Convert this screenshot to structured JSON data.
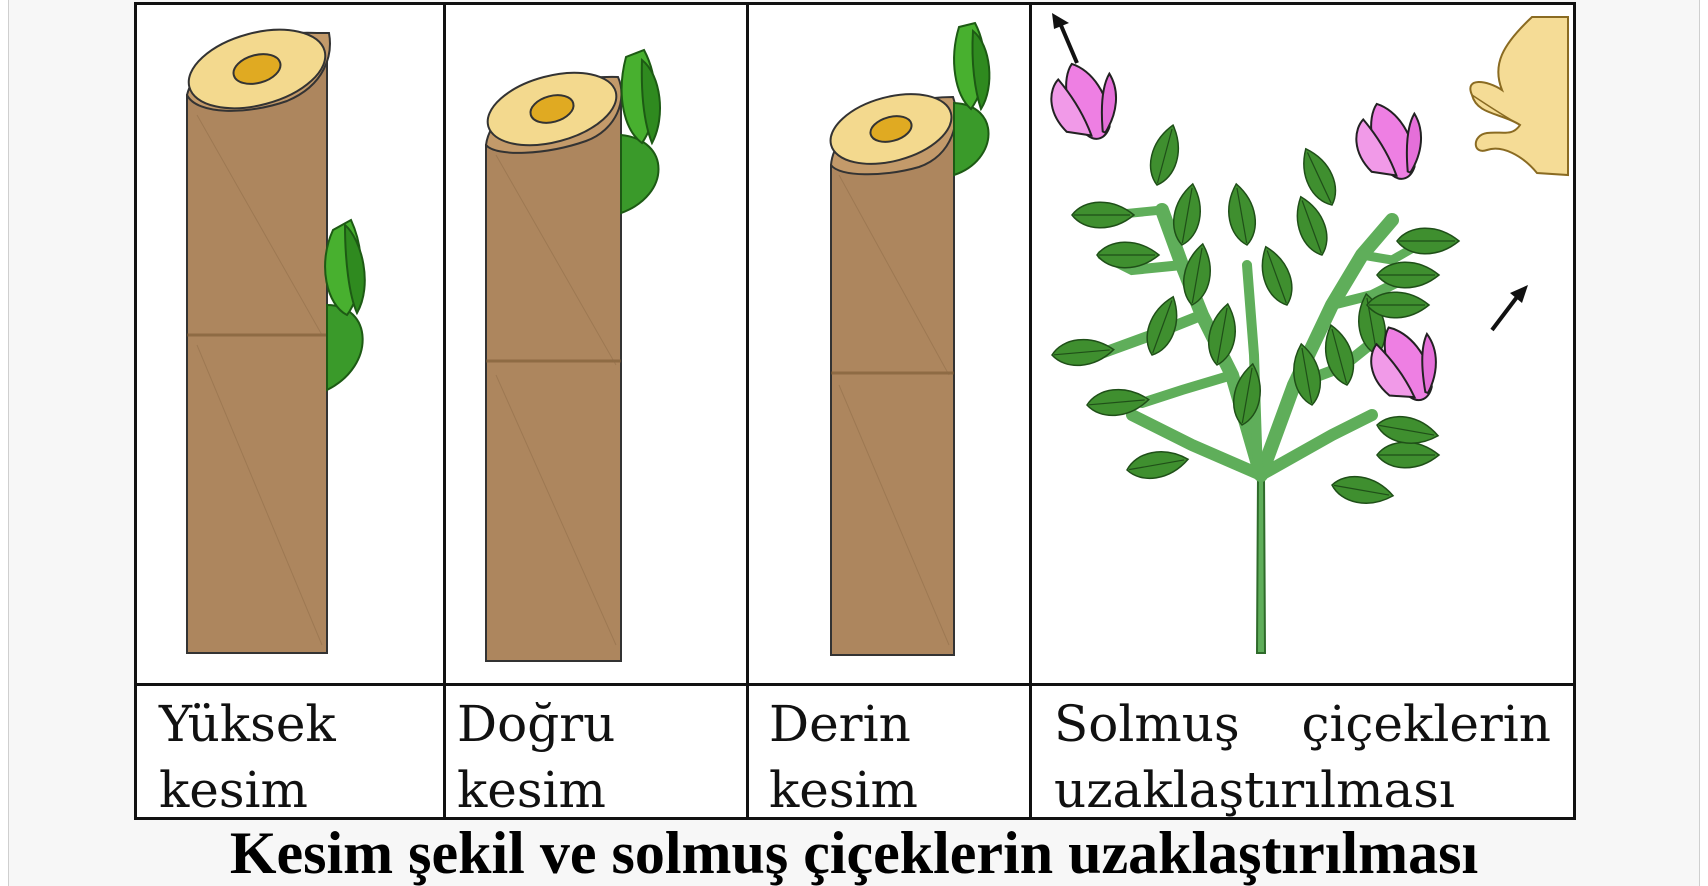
{
  "panels": [
    {
      "label_line1": "Yüksek",
      "label_line2": "kesim"
    },
    {
      "label_line1": "Doğru",
      "label_line2": "kesim"
    },
    {
      "label_line1": "Derin",
      "label_line2": "kesim"
    },
    {
      "label_line1": "Solmuş",
      "label_line1b": "çiçeklerin",
      "label_line2": "uzaklaştırılması"
    }
  ],
  "caption": "Kesim şekil ve solmuş çiçeklerin uzaklaştırılması",
  "colors": {
    "stem_brown": "#ad865e",
    "cut_face": "#f3d98e",
    "pith": "#e0aa22",
    "bud_green": "#3a9a2a",
    "leaf_green": "#3f8f2f",
    "plant_stem": "#5fae5a",
    "petal_pink": "#ee7fe3"
  }
}
